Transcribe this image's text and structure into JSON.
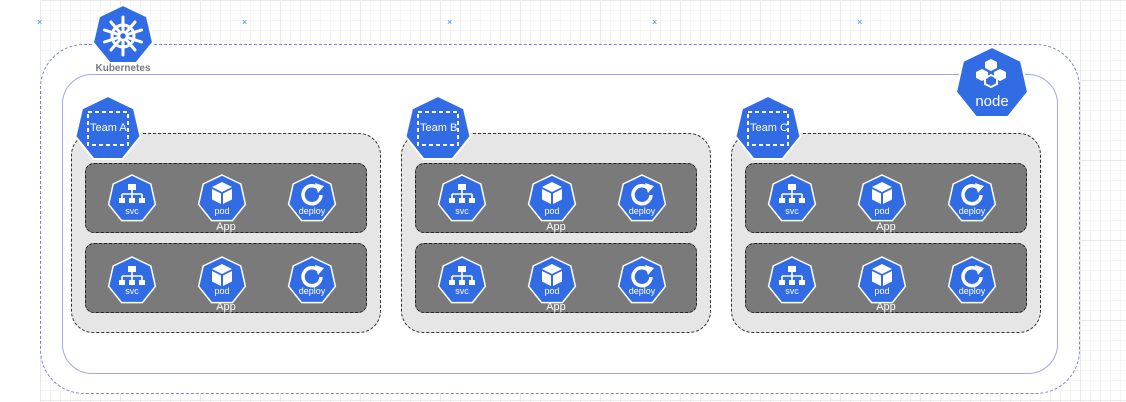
{
  "cluster": {
    "label": "Kubernetes",
    "icon": "kubernetes-helm-icon"
  },
  "node": {
    "label": "node",
    "icon": "node-icon"
  },
  "teams": [
    {
      "label": "Team A",
      "apps": [
        {
          "label": "App",
          "components": [
            {
              "label": "svc",
              "icon": "service-network-icon"
            },
            {
              "label": "pod",
              "icon": "pod-cube-icon"
            },
            {
              "label": "deploy",
              "icon": "deploy-cycle-icon"
            }
          ]
        },
        {
          "label": "App",
          "components": [
            {
              "label": "svc",
              "icon": "service-network-icon"
            },
            {
              "label": "pod",
              "icon": "pod-cube-icon"
            },
            {
              "label": "deploy",
              "icon": "deploy-cycle-icon"
            }
          ]
        }
      ]
    },
    {
      "label": "Team B",
      "apps": [
        {
          "label": "App",
          "components": [
            {
              "label": "svc",
              "icon": "service-network-icon"
            },
            {
              "label": "pod",
              "icon": "pod-cube-icon"
            },
            {
              "label": "deploy",
              "icon": "deploy-cycle-icon"
            }
          ]
        },
        {
          "label": "App",
          "components": [
            {
              "label": "svc",
              "icon": "service-network-icon"
            },
            {
              "label": "pod",
              "icon": "pod-cube-icon"
            },
            {
              "label": "deploy",
              "icon": "deploy-cycle-icon"
            }
          ]
        }
      ]
    },
    {
      "label": "Team C",
      "apps": [
        {
          "label": "App",
          "components": [
            {
              "label": "svc",
              "icon": "service-network-icon"
            },
            {
              "label": "pod",
              "icon": "pod-cube-icon"
            },
            {
              "label": "deploy",
              "icon": "deploy-cycle-icon"
            }
          ]
        },
        {
          "label": "App",
          "components": [
            {
              "label": "svc",
              "icon": "service-network-icon"
            },
            {
              "label": "pod",
              "icon": "pod-cube-icon"
            },
            {
              "label": "deploy",
              "icon": "deploy-cycle-icon"
            }
          ]
        }
      ]
    }
  ],
  "colors": {
    "k8s_blue": "#326ce5",
    "app_grey": "#7a7a7a",
    "team_grey": "#e6e6e6"
  }
}
